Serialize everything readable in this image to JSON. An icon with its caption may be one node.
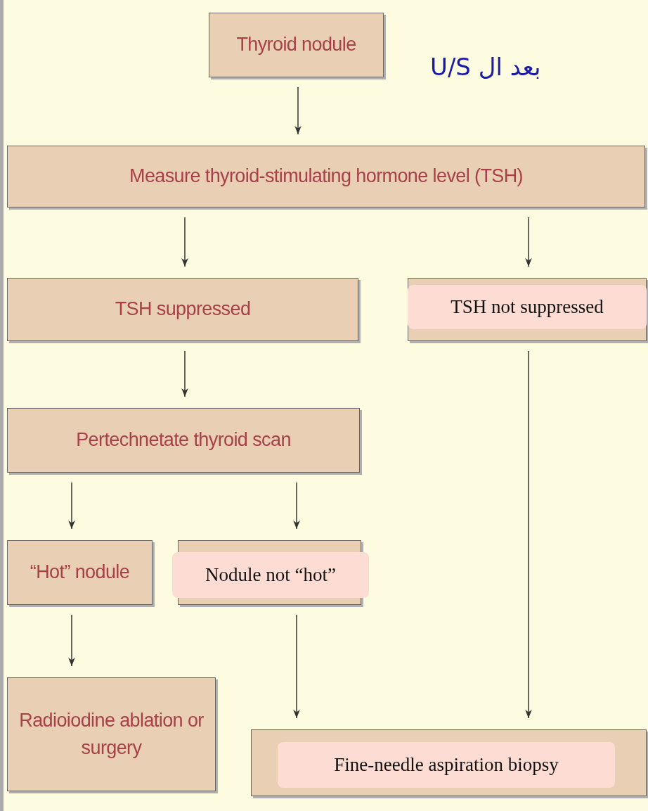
{
  "diagram": {
    "nodes": [
      {
        "text": [
          "Thyroid nodule"
        ]
      },
      {
        "text": [
          "Measure thyroid-stimulating hormone level (TSH)"
        ]
      },
      {
        "text": [
          "TSH suppressed"
        ]
      },
      {
        "text": [
          "TSH not suppressed"
        ]
      },
      {
        "text": [
          "Pertechnetate thyroid scan"
        ]
      },
      {
        "text": [
          "“Hot” nodule"
        ]
      },
      {
        "text": [
          "Nodule not “hot”"
        ]
      },
      {
        "text": [
          "Radioiodine ablation or surgery"
        ]
      },
      {
        "text": [
          "Fine-needle aspiration biopsy"
        ]
      }
    ],
    "edges": [
      {
        "from": 0,
        "to": 1,
        "arrow": "to"
      },
      {
        "from": 1,
        "to": 2,
        "arrow": "to"
      },
      {
        "from": 1,
        "to": 3,
        "arrow": "to"
      },
      {
        "from": 2,
        "to": 4,
        "arrow": "to"
      },
      {
        "from": 4,
        "to": 5,
        "arrow": "to"
      },
      {
        "from": 4,
        "to": 6,
        "arrow": "to"
      },
      {
        "from": 5,
        "to": 7,
        "arrow": "to"
      },
      {
        "from": 6,
        "to": 8,
        "arrow": "to"
      },
      {
        "from": 3,
        "to": 8,
        "arrow": "to"
      }
    ],
    "labels": [
      "بعد ال U/S"
    ]
  }
}
